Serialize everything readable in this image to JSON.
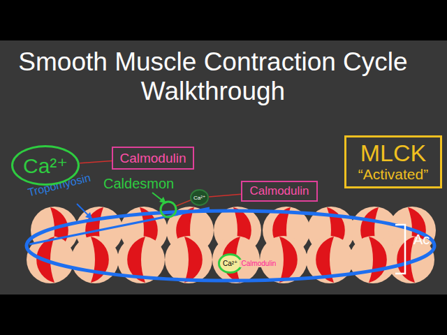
{
  "diagram": {
    "title": "Smooth Muscle Contraction Cycle Walkthrough",
    "nodes": [
      {
        "text": [
          "Ca²⁺"
        ]
      },
      {
        "text": [
          "Calmodulin"
        ]
      },
      {
        "text": [
          "Ca²⁺"
        ]
      },
      {
        "text": [
          "Calmodulin"
        ]
      },
      {
        "text": [
          "MLCK",
          "“Activated”"
        ]
      },
      {
        "text": [
          "Ac"
        ]
      },
      {
        "text": [
          "Ca²⁺",
          "Calmodulin"
        ],
        "in": 5
      }
    ],
    "edges": [
      {
        "from": 0,
        "to": 1,
        "arrow": "none"
      },
      {
        "from": 2,
        "to": 3,
        "arrow": "none"
      }
    ],
    "labels": [
      "Caldesmon",
      "Tropomyosin"
    ]
  }
}
